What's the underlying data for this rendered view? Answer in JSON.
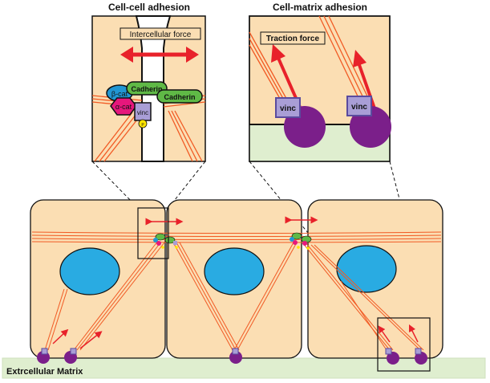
{
  "titles": {
    "cell_cell": "Cell-cell adhesion",
    "cell_matrix": "Cell-matrix adhesion"
  },
  "labels": {
    "intercellular_force": "Intercellular force",
    "traction_force": "Traction force",
    "cadherin": "Cadherin",
    "beta_cat": "β-cat",
    "alpha_cat": "α-cat",
    "vinc": "vinc",
    "phospho": "P",
    "ecm": "Extrcellular Matrix"
  },
  "colors": {
    "cytoplasm": "#fbdeb3",
    "nucleus": "#29abe2",
    "actin": "#f15a24",
    "force_arrow": "#e8212a",
    "integrin": "#7b1f8a",
    "vinculin": "#a99ed6",
    "cadherin": "#5fb946",
    "beta_catenin": "#2196d3",
    "alpha_catenin": "#e6177c",
    "phosphate": "#ffe600",
    "ecm": "#dfeecf"
  }
}
